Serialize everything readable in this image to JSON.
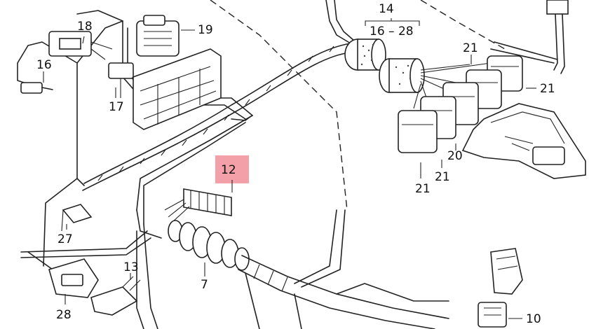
{
  "callouts": {
    "c14": "14",
    "c16_28": "16 – 28",
    "c18": "18",
    "c19": "19",
    "c16": "16",
    "c17": "17",
    "c12": "12",
    "c21_top": "21",
    "c21_right": "21",
    "c21_bottom_left": "21",
    "c21_bottom_mid": "21",
    "c20": "20",
    "c27": "27",
    "c13": "13",
    "c7": "7",
    "c28": "28",
    "c10": "10"
  },
  "highlight": {
    "color": "#f4a0a8",
    "target": "12"
  }
}
